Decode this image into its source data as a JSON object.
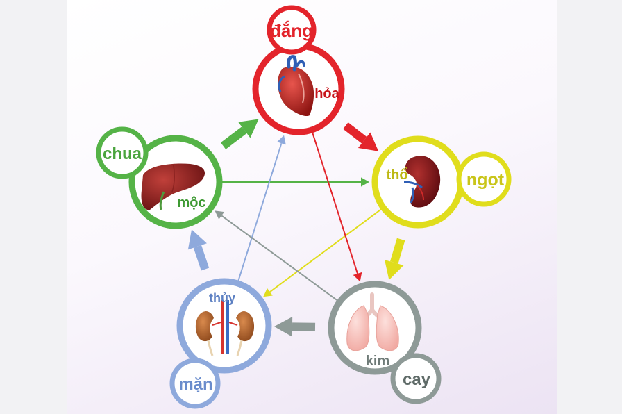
{
  "elements": [
    {
      "key": "hoa",
      "element": "hỏa",
      "taste": "đắng",
      "color": "#e3242b",
      "organ": "heart"
    },
    {
      "key": "tho",
      "element": "thổ",
      "taste": "ngọt",
      "color": "#e0dd1c",
      "organ": "spleen"
    },
    {
      "key": "kim",
      "element": "kim",
      "taste": "cay",
      "color": "#8e9a97",
      "organ": "lungs"
    },
    {
      "key": "thuy",
      "element": "thủy",
      "taste": "mặn",
      "color": "#8ea9dc",
      "organ": "kidneys"
    },
    {
      "key": "moc",
      "element": "mộc",
      "taste": "chua",
      "color": "#55b347",
      "organ": "liver"
    }
  ],
  "cycle_arrows": [
    {
      "from": "moc",
      "to": "hoa",
      "color": "#55b347"
    },
    {
      "from": "hoa",
      "to": "tho",
      "color": "#e3242b"
    },
    {
      "from": "tho",
      "to": "kim",
      "color": "#e0dd1c"
    },
    {
      "from": "kim",
      "to": "thuy",
      "color": "#8e9a97"
    },
    {
      "from": "thuy",
      "to": "moc",
      "color": "#8ea9dc"
    }
  ],
  "control_arrows": [
    {
      "from": "moc",
      "to": "tho",
      "color": "#55b347"
    },
    {
      "from": "tho",
      "to": "thuy",
      "color": "#e0dd1c"
    },
    {
      "from": "thuy",
      "to": "hoa",
      "color": "#8ea9dc"
    },
    {
      "from": "hoa",
      "to": "kim",
      "color": "#e3242b"
    },
    {
      "from": "kim",
      "to": "moc",
      "color": "#8e9a97"
    }
  ]
}
